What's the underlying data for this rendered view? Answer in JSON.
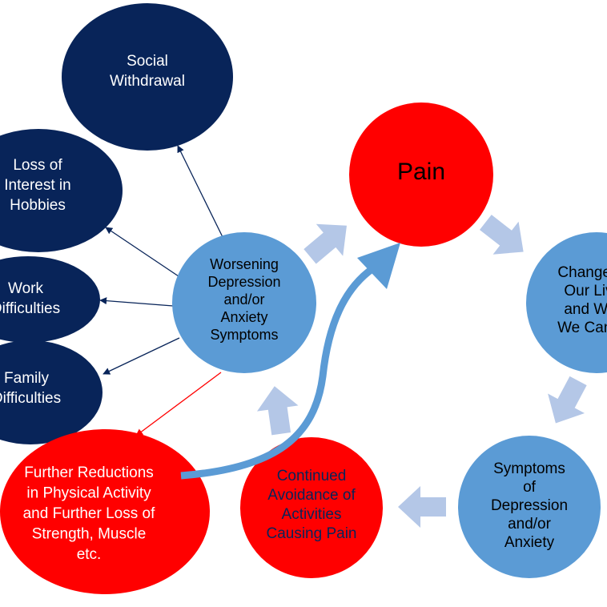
{
  "nodes": {
    "social_withdrawal": [
      "Social",
      "Withdrawal"
    ],
    "loss_of_interest": [
      "Loss of",
      "Interest in",
      "Hobbies"
    ],
    "work_difficulties": [
      "Work",
      "Difficulties"
    ],
    "family_difficulties": [
      "Family",
      "Difficulties"
    ],
    "worsening": [
      "Worsening",
      "Depression",
      "and/or",
      "Anxiety",
      "Symptoms"
    ],
    "pain": [
      "Pain"
    ],
    "changes": [
      "Changes to",
      "Our Lives",
      "and What",
      "We Can Do"
    ],
    "symptoms": [
      "Symptoms",
      "of",
      "Depression",
      "and/or",
      "Anxiety"
    ],
    "continued": [
      "Continued",
      "Avoidance of",
      "Activities",
      "Causing Pain"
    ],
    "further": [
      "Further Reductions",
      "in Physical Activity",
      "and Further Loss of",
      "Strength, Muscle",
      "etc."
    ]
  },
  "colors": {
    "dark_navy": "#082459",
    "red": "#ff0000",
    "mid_blue": "#5b9bd5",
    "light_arrow": "#b4c7e7",
    "white": "#ffffff",
    "black": "#000000"
  },
  "icons": {
    "cycle_arrow": "block-arrow-icon",
    "curved_arrow": "curved-arrow-icon",
    "connector": "thin-arrow-connector"
  }
}
